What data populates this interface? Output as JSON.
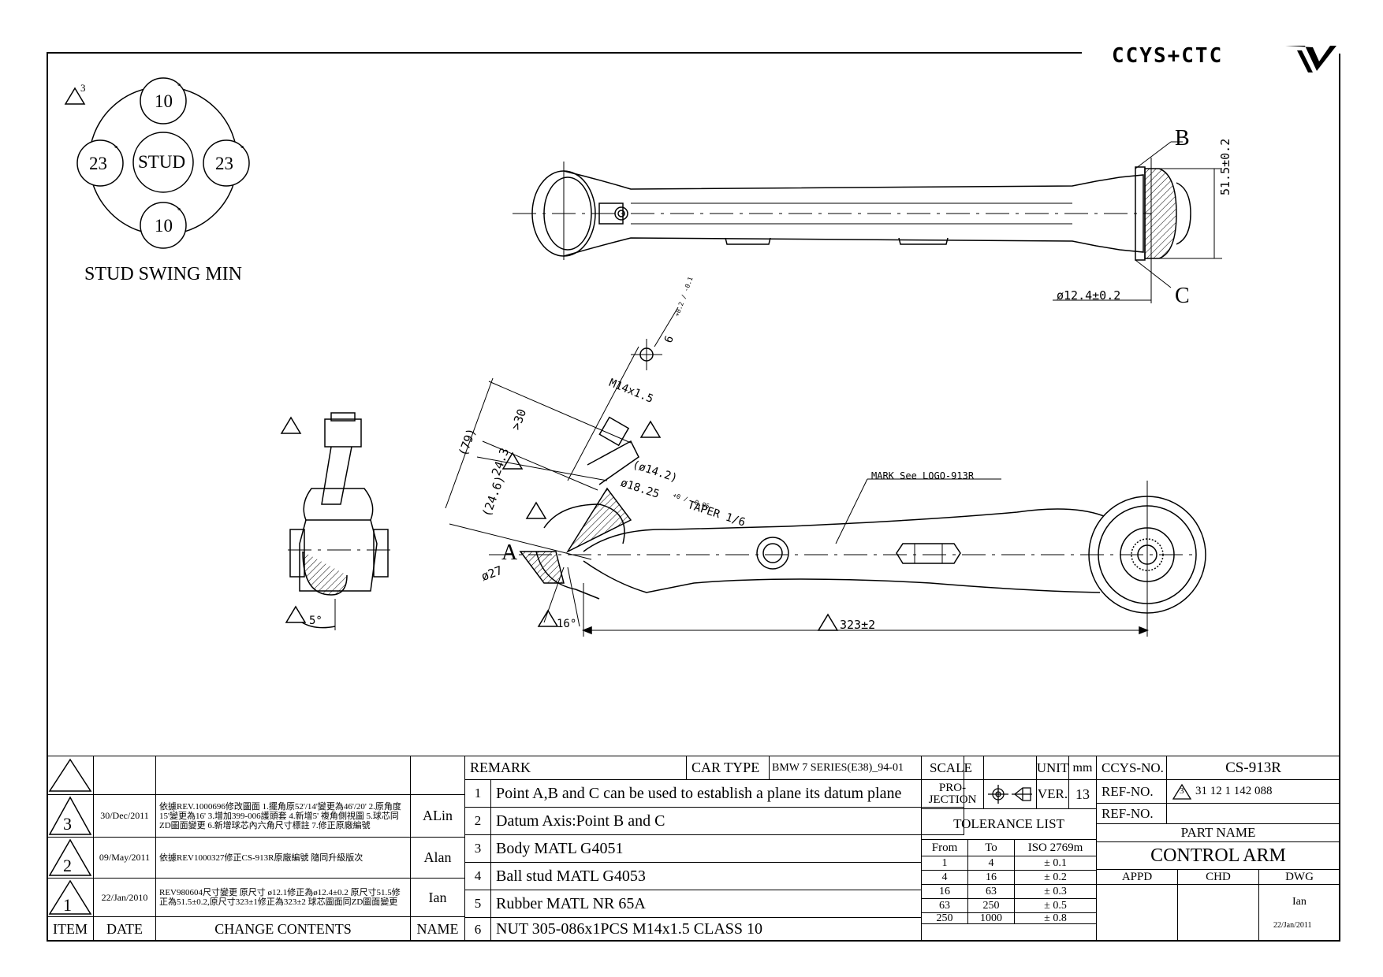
{
  "logo": {
    "text": "CCYS+CTC"
  },
  "stud_swing": {
    "revision_mark": "3",
    "top": "10",
    "bottom": "10",
    "left": "23",
    "right": "23",
    "center": "STUD",
    "degree_symbol": "°",
    "caption": "STUD SWING MIN"
  },
  "top_view": {
    "label_b": "B",
    "label_c": "C",
    "dim_width": "51.5±0.2",
    "dim_bore": "ø12.4±0.2"
  },
  "side_view": {
    "label_a": "A",
    "dim_angle_5": "5°",
    "dim_angle_16": "16°",
    "dim_length": "323±2",
    "dim_ball": "ø27",
    "dim_79": "(79)",
    "dim_246": "(24.6)",
    "dim_243": "24.3",
    "dim_30": ">30",
    "dim_thread": "M14x1.5",
    "dim_hole": "6",
    "dim_hole_tol": "+0.2 / -0.1",
    "dim_142": "(ø14.2)",
    "dim_1825": "ø18.25",
    "dim_1825_tol": "+0 / -0.05",
    "dim_taper": "TAPER 1/6",
    "mark_note": "MARK See LOGO-913R"
  },
  "revisions": {
    "header": {
      "item": "ITEM",
      "date": "DATE",
      "contents": "CHANGE CONTENTS",
      "name": "NAME"
    },
    "rows": [
      {
        "item": "3",
        "date": "30/Dec/2011",
        "contents": "依據REV.1000696修改圖面  1.擺角原52'/14'變更為46'/20' 2.原角度15'變更為16'  3.增加399-006護頭套 4.新增5' 複角側視圖 5.球芯同ZD圖面變更 6.新增球芯內六角尺寸標註 7.修正原廠編號",
        "name": "ALin"
      },
      {
        "item": "2",
        "date": "09/May/2011",
        "contents": "依據REV1000327修正CS-913R原廠編號 隨同升級版次",
        "name": "Alan"
      },
      {
        "item": "1",
        "date": "22/Jan/2010",
        "contents": "REV980604尺寸變更 原尺寸 ø12.1修正為ø12.4±0.2 原尺寸51.5修正為51.5±0.2,原尺寸323±1修正為323±2 球芯圖面同ZD圖面變更",
        "name": "Ian"
      }
    ]
  },
  "remarks": {
    "header": "REMARK",
    "items": [
      {
        "no": "1",
        "text": "Point A,B and C can be used to establish a plane its datum plane"
      },
      {
        "no": "2",
        "text": "Datum Axis:Point B and C"
      },
      {
        "no": "3",
        "text": "Body MATL G4051"
      },
      {
        "no": "4",
        "text": "Ball stud MATL G4053"
      },
      {
        "no": "5",
        "text": "Rubber MATL NR 65A"
      },
      {
        "no": "6",
        "text": "NUT 305-086x1PCS M14x1.5 CLASS 10"
      }
    ]
  },
  "car_type": {
    "label": "CAR TYPE",
    "value": "BMW 7 SERIES(E38)_94-01"
  },
  "scale": {
    "label": "SCALE",
    "value": ""
  },
  "unit": {
    "label": "UNIT",
    "value": "mm"
  },
  "projection": {
    "label": "PRO-\nJECTION"
  },
  "version": {
    "label": "VER.",
    "value": "13"
  },
  "tolerance": {
    "title": "TOLERANCE LIST",
    "headers": [
      "From",
      "To",
      "ISO 2769m"
    ],
    "rows": [
      [
        "1",
        "4",
        "± 0.1"
      ],
      [
        "4",
        "16",
        "± 0.2"
      ],
      [
        "16",
        "63",
        "± 0.3"
      ],
      [
        "63",
        "250",
        "± 0.5"
      ],
      [
        "250",
        "1000",
        "± 0.8"
      ]
    ]
  },
  "ccys_no": {
    "label": "CCYS-NO.",
    "value": "CS-913R"
  },
  "ref_no": {
    "label": "REF-NO.",
    "mark": "3",
    "value": "31 12 1 142 088"
  },
  "ref_no2": {
    "label": "REF-NO.",
    "value": ""
  },
  "part_name": {
    "label": "PART NAME",
    "value": "CONTROL ARM"
  },
  "approval": {
    "appd": "APPD",
    "chd": "CHD",
    "dwg": "DWG",
    "dwg_name": "Ian",
    "dwg_date": "22/Jan/2011"
  }
}
